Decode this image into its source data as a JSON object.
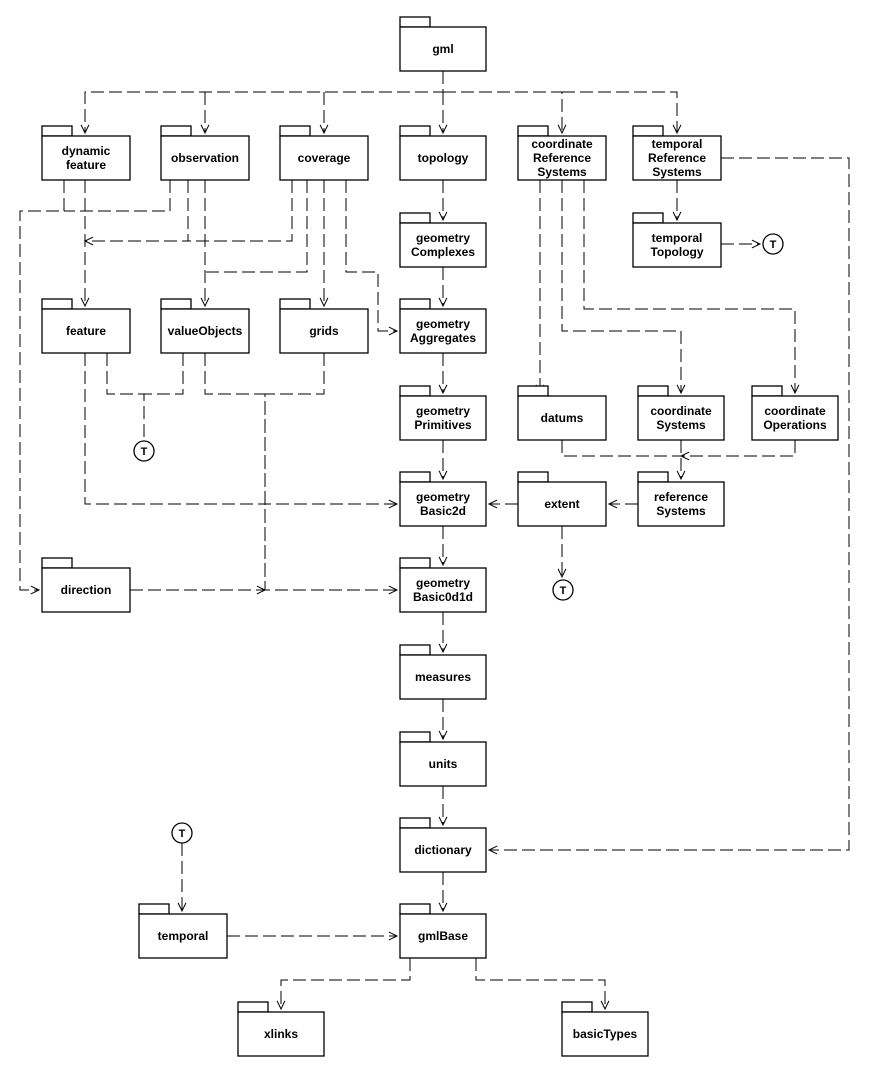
{
  "diagram_type": "UML package dependency diagram",
  "packages": [
    {
      "id": "gml",
      "label": "gml"
    },
    {
      "id": "dynamicFeature",
      "label": "dynamic\nfeature"
    },
    {
      "id": "observation",
      "label": "observation"
    },
    {
      "id": "coverage",
      "label": "coverage"
    },
    {
      "id": "topology",
      "label": "topology"
    },
    {
      "id": "coordinateReferenceSystems",
      "label": "coordinate\nReference\nSystems"
    },
    {
      "id": "temporalReferenceSystems",
      "label": "temporal\nReference\nSystems"
    },
    {
      "id": "geometryComplexes",
      "label": "geometry\nComplexes"
    },
    {
      "id": "temporalTopology",
      "label": "temporal\nTopology"
    },
    {
      "id": "feature",
      "label": "feature"
    },
    {
      "id": "valueObjects",
      "label": "valueObjects"
    },
    {
      "id": "grids",
      "label": "grids"
    },
    {
      "id": "geometryAggregates",
      "label": "geometry\nAggregates"
    },
    {
      "id": "geometryPrimitives",
      "label": "geometry\nPrimitives"
    },
    {
      "id": "datums",
      "label": "datums"
    },
    {
      "id": "coordinateSystems",
      "label": "coordinate\nSystems"
    },
    {
      "id": "coordinateOperations",
      "label": "coordinate\nOperations"
    },
    {
      "id": "geometryBasic2d",
      "label": "geometry\nBasic2d"
    },
    {
      "id": "extent",
      "label": "extent"
    },
    {
      "id": "referenceSystems",
      "label": "reference\nSystems"
    },
    {
      "id": "direction",
      "label": "direction"
    },
    {
      "id": "geometryBasic0d1d",
      "label": "geometry\nBasic0d1d"
    },
    {
      "id": "measures",
      "label": "measures"
    },
    {
      "id": "units",
      "label": "units"
    },
    {
      "id": "dictionary",
      "label": "dictionary"
    },
    {
      "id": "temporal",
      "label": "temporal"
    },
    {
      "id": "gmlBase",
      "label": "gmlBase"
    },
    {
      "id": "xlinks",
      "label": "xlinks"
    },
    {
      "id": "basicTypes",
      "label": "basicTypes"
    }
  ],
  "terminals": [
    {
      "id": "t1",
      "label": "T"
    },
    {
      "id": "t2",
      "label": "T"
    },
    {
      "id": "t3",
      "label": "T"
    },
    {
      "id": "t4",
      "label": "T"
    }
  ],
  "dependencies": [
    {
      "from": "gml",
      "to": "dynamicFeature"
    },
    {
      "from": "gml",
      "to": "observation"
    },
    {
      "from": "gml",
      "to": "coverage"
    },
    {
      "from": "gml",
      "to": "topology"
    },
    {
      "from": "gml",
      "to": "coordinateReferenceSystems"
    },
    {
      "from": "gml",
      "to": "temporalReferenceSystems"
    },
    {
      "from": "topology",
      "to": "geometryComplexes"
    },
    {
      "from": "temporalReferenceSystems",
      "to": "temporalTopology"
    },
    {
      "from": "temporalTopology",
      "to": "t1"
    },
    {
      "from": "temporalReferenceSystems",
      "to": "dictionary"
    },
    {
      "from": "dynamicFeature",
      "to": "feature"
    },
    {
      "from": "dynamicFeature",
      "to": "direction"
    },
    {
      "from": "observation",
      "to": "feature"
    },
    {
      "from": "observation",
      "to": "valueObjects"
    },
    {
      "from": "observation",
      "to": "direction"
    },
    {
      "from": "coverage",
      "to": "feature"
    },
    {
      "from": "coverage",
      "to": "valueObjects"
    },
    {
      "from": "coverage",
      "to": "grids"
    },
    {
      "from": "coverage",
      "to": "geometryAggregates"
    },
    {
      "from": "geometryComplexes",
      "to": "geometryAggregates"
    },
    {
      "from": "coordinateReferenceSystems",
      "to": "datums"
    },
    {
      "from": "coordinateReferenceSystems",
      "to": "coordinateSystems"
    },
    {
      "from": "coordinateReferenceSystems",
      "to": "coordinateOperations"
    },
    {
      "from": "feature",
      "to": "t2"
    },
    {
      "from": "valueObjects",
      "to": "t2"
    },
    {
      "from": "feature",
      "to": "geometryBasic2d"
    },
    {
      "from": "valueObjects",
      "to": "geometryBasic0d1d"
    },
    {
      "from": "grids",
      "to": "geometryBasic0d1d"
    },
    {
      "from": "geometryAggregates",
      "to": "geometryPrimitives"
    },
    {
      "from": "geometryPrimitives",
      "to": "geometryBasic2d"
    },
    {
      "from": "datums",
      "to": "referenceSystems"
    },
    {
      "from": "coordinateOperations",
      "to": "referenceSystems"
    },
    {
      "from": "coordinateSystems",
      "to": "referenceSystems"
    },
    {
      "from": "referenceSystems",
      "to": "extent"
    },
    {
      "from": "extent",
      "to": "geometryBasic2d"
    },
    {
      "from": "extent",
      "to": "t3"
    },
    {
      "from": "geometryBasic2d",
      "to": "geometryBasic0d1d"
    },
    {
      "from": "direction",
      "to": "geometryBasic0d1d"
    },
    {
      "from": "geometryBasic0d1d",
      "to": "measures"
    },
    {
      "from": "measures",
      "to": "units"
    },
    {
      "from": "units",
      "to": "dictionary"
    },
    {
      "from": "dictionary",
      "to": "gmlBase"
    },
    {
      "from": "t4",
      "to": "temporal"
    },
    {
      "from": "temporal",
      "to": "gmlBase"
    },
    {
      "from": "gmlBase",
      "to": "xlinks"
    },
    {
      "from": "gmlBase",
      "to": "basicTypes"
    }
  ]
}
